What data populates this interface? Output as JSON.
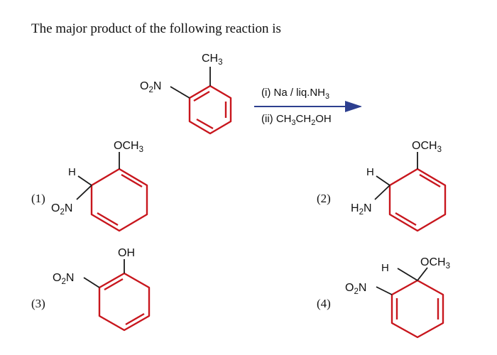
{
  "question": {
    "text": "The major product of the following reaction is"
  },
  "reactant": {
    "top_label": "CH3",
    "substituent_label": "O2N"
  },
  "conditions": {
    "step1": "(i) Na / liq.NH3",
    "step2": "(ii) CH3CH2OH"
  },
  "options": [
    {
      "number": "(1)",
      "top_label": "OCH3",
      "h_label": "H",
      "substituent_label": "O2N"
    },
    {
      "number": "(2)",
      "top_label": "OCH3",
      "h_label": "H",
      "substituent_label": "H2N"
    },
    {
      "number": "(3)",
      "top_label": "OH",
      "substituent_label": "O2N"
    },
    {
      "number": "(4)",
      "top_label": "OCH3",
      "h_label": "H",
      "substituent_label": "O2N"
    }
  ],
  "colors": {
    "ring": "#c8161d",
    "arrow": "#2d3f8f",
    "text": "#111111"
  }
}
